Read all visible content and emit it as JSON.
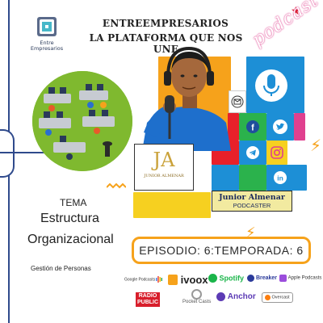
{
  "brand": {
    "logo_line1": "Entre",
    "logo_line2": "Empresarios"
  },
  "header": {
    "title_line1": "ENTREEMPRESARIOS",
    "title_line2": "LA PLATAFORMA QUE NOS UNE",
    "podcast_word": "podcast"
  },
  "topic": {
    "label": "TEMA",
    "title_line1": "Estructura",
    "title_line2": "Organizacional",
    "subtitle": "Gestión de Personas"
  },
  "host": {
    "monogram": "JA",
    "monogram_caption": "JUNIOR ALMENAR",
    "name": "Junior Almenar",
    "role": "PODCASTER"
  },
  "episode": {
    "text": "EPISODIO: 6:TEMPORADA: 6"
  },
  "social_icons": [
    "envelope-icon",
    "microphone-icon",
    "facebook-icon",
    "twitter-icon",
    "telegram-icon",
    "instagram-icon",
    "linkedin-icon"
  ],
  "platforms": {
    "google": "Google Podcasts",
    "ivoox": "ivoox",
    "spotify": "Spotify",
    "breaker": "Breaker",
    "apple": "Apple Podcasts",
    "radiopublic_1": "RADIO",
    "radiopublic_2": "PUBLIC",
    "pocketcasts": "Pocket Casts",
    "anchor": "Anchor",
    "overcast": "Overcast"
  },
  "colors": {
    "accent_orange": "#f6a21b",
    "frame_blue": "#2f4a8c",
    "tile_red": "#e8202a",
    "tile_blue": "#1d8fd6",
    "tile_green": "#2bb24c",
    "tile_yellow": "#f6d020",
    "tile_pink": "#e0408f",
    "office_green": "#7fb92f"
  }
}
